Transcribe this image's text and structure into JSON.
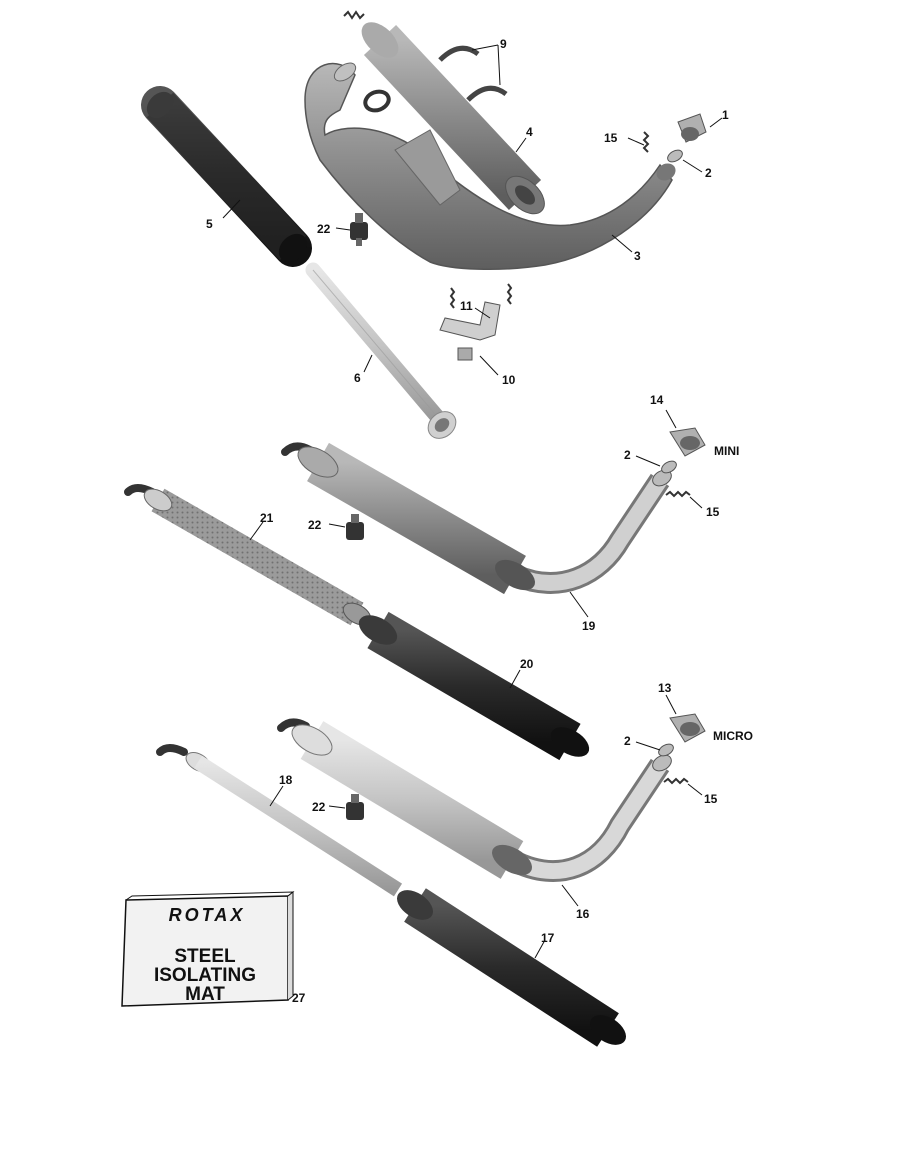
{
  "callouts": {
    "c1": "1",
    "c2a": "2",
    "c3": "3",
    "c4": "4",
    "c5": "5",
    "c6": "6",
    "c9": "9",
    "c10": "10",
    "c11": "11",
    "c15a": "15",
    "c22a": "22",
    "c14": "14",
    "c2b": "2",
    "c15b": "15",
    "c21": "21",
    "c22b": "22",
    "c19": "19",
    "c20": "20",
    "c13": "13",
    "c2c": "2",
    "c15c": "15",
    "c18": "18",
    "c22c": "22",
    "c16": "16",
    "c17": "17",
    "c27": "27"
  },
  "variant_labels": {
    "mini": "MINI",
    "micro": "MICRO"
  },
  "mat": {
    "brand": "ROTAX",
    "line1": "STEEL",
    "line2": "ISOLATING",
    "line3": "MAT"
  },
  "colors": {
    "black_sleeve": "#2a2a2a",
    "grey_part": "#8e8e8e",
    "light_part": "#c8c8c8"
  }
}
